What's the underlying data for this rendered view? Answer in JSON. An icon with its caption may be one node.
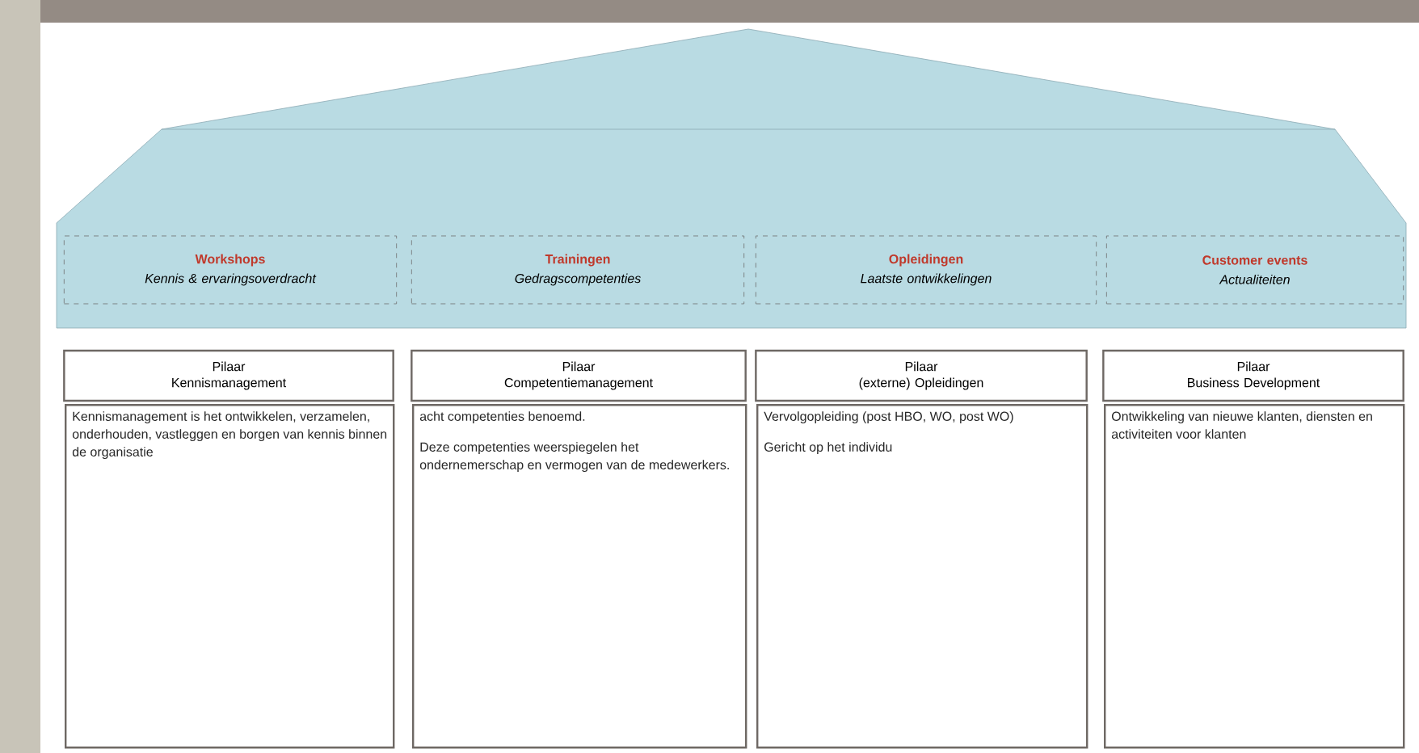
{
  "diagram": {
    "nodes": [
      {
        "text": [
          "Workshops",
          "Kennis & ervaringsoverdracht"
        ]
      },
      {
        "text": [
          "Trainingen",
          "Gedragscompetenties"
        ]
      },
      {
        "text": [
          "Opleidingen",
          "Laatste ontwikkelingen"
        ]
      },
      {
        "text": [
          "Customer events",
          "Actualiteiten"
        ]
      },
      {
        "text": [
          "Pilaar",
          "Kennismanagement"
        ]
      },
      {
        "text": [
          "Pilaar",
          "Competentiemanagement"
        ]
      },
      {
        "text": [
          "Pilaar",
          "(externe) Opleidingen"
        ]
      },
      {
        "text": [
          "Pilaar",
          "Business Development"
        ]
      },
      {
        "text": [
          "Kennismanagement is het ontwikkelen, verzamelen, onderhouden, vastleggen en borgen van kennis binnen de organisatie"
        ]
      },
      {
        "text": [
          "acht competenties benoemd.",
          "Deze competenties weerspiegelen het ondernemerschap en vermogen van de medewerkers."
        ]
      },
      {
        "text": [
          "Vervolgopleiding (post HBO, WO, post WO)",
          "Gericht op het individu"
        ]
      },
      {
        "text": [
          "Ontwikkeling van nieuwe klanten, diensten en activiteiten voor klanten"
        ]
      }
    ]
  }
}
